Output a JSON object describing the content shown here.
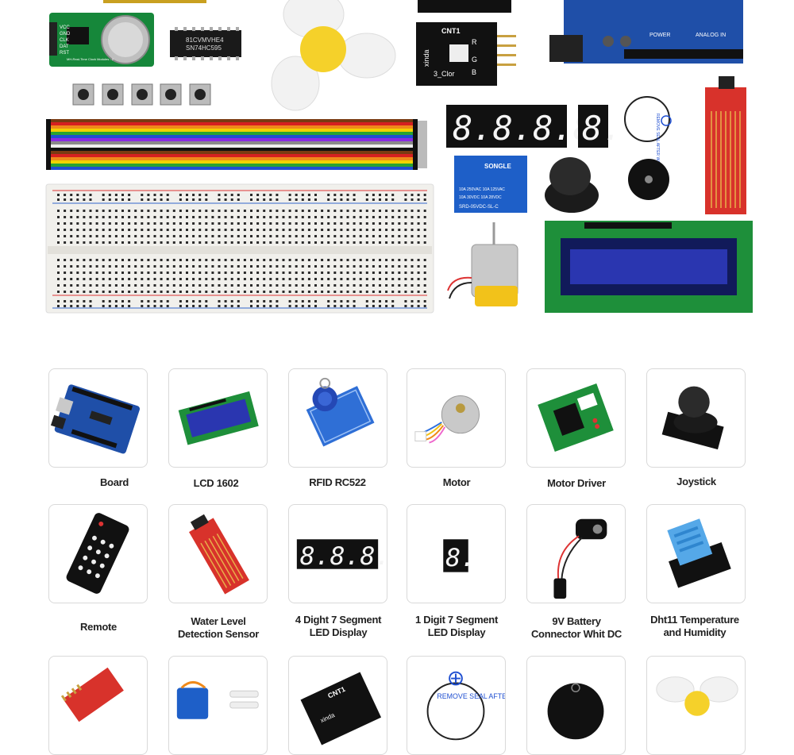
{
  "hero": {
    "rtc_module_text": [
      "VCC",
      "GND",
      "CLK",
      "DAT",
      "RST",
      "MH-Real-Time Clock Modules - 2"
    ],
    "chip_text": [
      "81CVMVHE4",
      "SN74HC595"
    ],
    "rgb_module_text": [
      "CNT1",
      "xinda",
      "3_Clor",
      "R",
      "G",
      "B"
    ],
    "board_text": [
      "POWER",
      "ANALOG IN"
    ],
    "relay_text": [
      "SONGLE",
      "10A 250VAC 10A 125VAC",
      "10A 30VDC 10A 28VDC",
      "SRD-05VDC-SL-C"
    ],
    "buzzer_text": "REMOVE SEAL AFTER WASHING",
    "seg4_text": "8.8.8.8.",
    "seg1_text": "8."
  },
  "items": [
    {
      "label": "Board",
      "icon": "uno-board-icon"
    },
    {
      "label": "LCD 1602",
      "icon": "lcd-icon"
    },
    {
      "label": "RFID RC522",
      "icon": "rfid-icon"
    },
    {
      "label": "Motor",
      "icon": "stepper-motor-icon"
    },
    {
      "label": "Motor Driver",
      "icon": "motor-driver-icon"
    },
    {
      "label": "Joystick",
      "icon": "joystick-icon"
    },
    {
      "label": "Remote",
      "icon": "remote-icon"
    },
    {
      "label": "Water Level Detection Sensor",
      "icon": "water-sensor-icon"
    },
    {
      "label": "4 Dight 7 Segment LED Display",
      "icon": "four-digit-display-icon"
    },
    {
      "label": "1 Digit 7 Segment LED Display",
      "icon": "one-digit-display-icon"
    },
    {
      "label": "9V Battery Connector Whit DC",
      "icon": "battery-connector-icon"
    },
    {
      "label": "Dht11 Temperature and Humidity",
      "icon": "dht11-icon"
    },
    {
      "label": "",
      "icon": "sound-sensor-icon"
    },
    {
      "label": "",
      "icon": "servo-icon"
    },
    {
      "label": "",
      "icon": "rgb-module-icon"
    },
    {
      "label": "",
      "icon": "active-buzzer-icon"
    },
    {
      "label": "",
      "icon": "passive-buzzer-icon"
    },
    {
      "label": "",
      "icon": "fan-blade-icon"
    }
  ],
  "labels": {
    "l0": "Board",
    "l1": "LCD 1602",
    "l2": "RFID RC522",
    "l3": "Motor",
    "l4": "Motor Driver",
    "l5": "Joystick",
    "l6": "Remote",
    "l7a": "Water Level",
    "l7b": "Detection Sensor",
    "l8a": "4 Dight  7 Segment",
    "l8b": "LED Display",
    "l9a": "1 Digit 7 Segment",
    "l9b": "LED Display",
    "l10a": "9V Battery",
    "l10b": "Connector Whit DC",
    "l11a": "Dht11 Temperature",
    "l11b": "and Humidity"
  },
  "colors": {
    "board_blue": "#1f4fa8",
    "pcb_green": "#1e8f3a",
    "lcd_blue": "#2a36b0",
    "sensor_red": "#d8322b",
    "fan_yellow": "#f5d12a"
  }
}
